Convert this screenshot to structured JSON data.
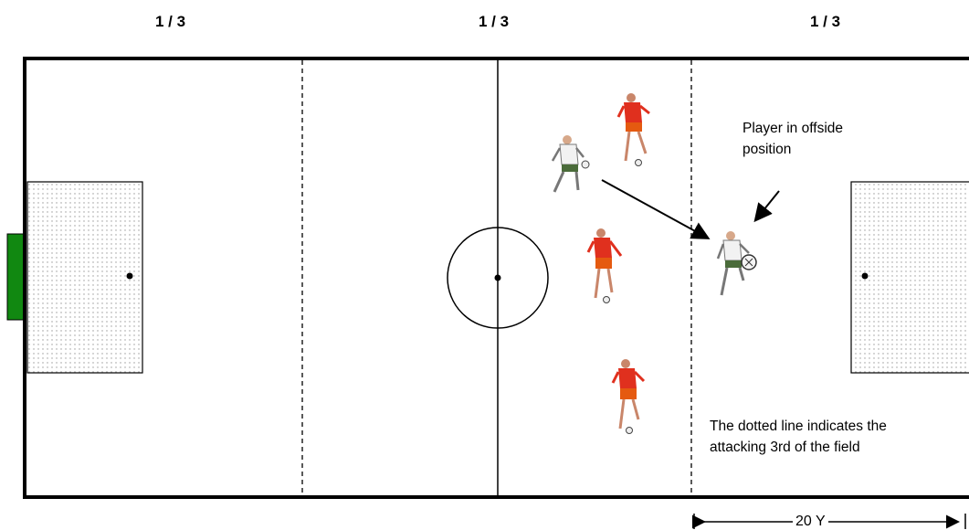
{
  "thirds": [
    "1 / 3",
    "1 / 3",
    "1 / 3"
  ],
  "annotations": {
    "offside_line1": "Player in offside",
    "offside_line2": "position",
    "dotted_line1": "The dotted line indicates the",
    "dotted_line2": "attacking 3rd of the field"
  },
  "distance_label": "20 Y",
  "colors": {
    "goal_marker": "#118811",
    "attacker_shirt": "#e0301e",
    "defender_shirt": "#f2f2f2"
  }
}
